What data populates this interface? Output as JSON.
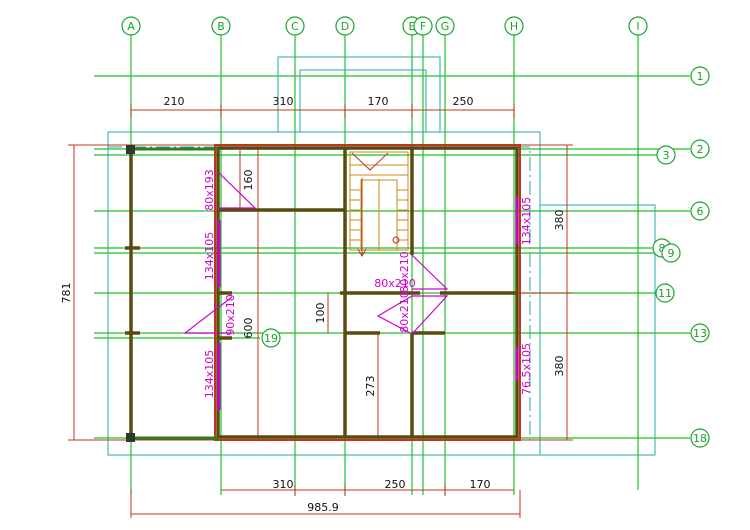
{
  "axes_top": [
    "A",
    "B",
    "C",
    "D",
    "E",
    "F",
    "G",
    "H",
    "I"
  ],
  "axes_right": [
    "1",
    "2",
    "3",
    "6",
    "8",
    "9",
    "11",
    "13",
    "18"
  ],
  "axis_inner": "19",
  "dims_top": [
    "210",
    "310",
    "170",
    "250"
  ],
  "dims_bottom": [
    "310",
    "250",
    "170"
  ],
  "dim_total": "985.9",
  "dim_left": "781",
  "dims_right": [
    "380",
    "380"
  ],
  "dims_inner": [
    "160",
    "600",
    "100",
    "273"
  ],
  "windows": [
    "80x193",
    "134x105",
    "90x210",
    "134x105",
    "134x105",
    "76.5x105",
    "80x210",
    "80x210",
    "80x210"
  ],
  "colors": {
    "grid": "#22c02a",
    "walls": "#c0361c",
    "openings": "#d000d0",
    "outline": "#25a9a9"
  }
}
